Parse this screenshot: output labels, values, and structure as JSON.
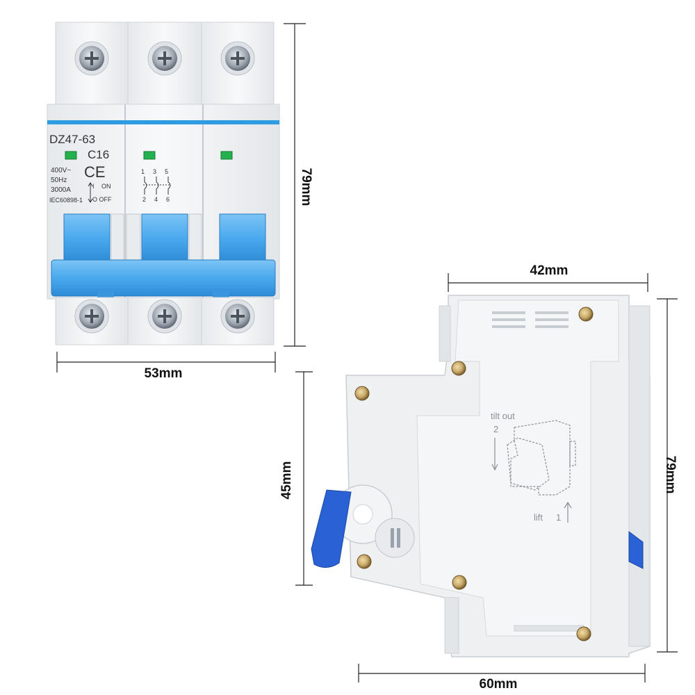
{
  "front": {
    "model": "DZ47-63",
    "rating": "C16",
    "voltage": "400V~",
    "frequency": "50Hz",
    "capacity": "3000A",
    "standard": "IEC60898-1",
    "on_label": "ON",
    "off_label": "O OFF",
    "on_mark": "I",
    "ce_mark": "CE",
    "terminal_top_1": "1",
    "terminal_top_2": "3",
    "terminal_top_3": "5",
    "terminal_bot_1": "2",
    "terminal_bot_2": "4",
    "terminal_bot_3": "6"
  },
  "side": {
    "tilt_out_label": "tilt out",
    "tilt_step": "2",
    "lift_label": "lift",
    "lift_step": "1"
  },
  "dimensions": {
    "front_height": "79mm",
    "front_width": "53mm",
    "side_top_width": "42mm",
    "side_rail_height": "45mm",
    "side_height": "79mm",
    "side_width": "60mm"
  },
  "colors": {
    "body": "#f1f3f5",
    "toggle_blue": "#4aa9ee",
    "stripe_blue": "#2f9be0",
    "indicator_green": "#22b14c",
    "screw_brass": "#c8a96a",
    "clip_blue": "#2a62d6"
  }
}
